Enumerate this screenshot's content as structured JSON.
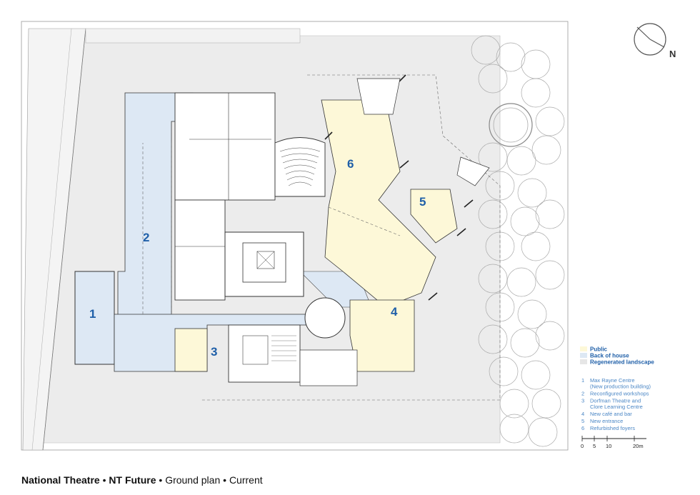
{
  "caption": {
    "part1": "National Theatre",
    "part2": "NT Future",
    "part3": "Ground plan",
    "part4": "Current",
    "sep": " • "
  },
  "north_label": "N",
  "legend": {
    "categories": [
      {
        "label": "Public",
        "color": "#fdf8d8"
      },
      {
        "label": "Back of house",
        "color": "#dde8f4"
      },
      {
        "label": "Regenerated landscape",
        "color": "#e6e6e6"
      }
    ],
    "items": [
      {
        "num": "1",
        "lines": [
          "Max Rayne Centre",
          "(New production building)"
        ]
      },
      {
        "num": "2",
        "lines": [
          "Reconfigured workshops"
        ]
      },
      {
        "num": "3",
        "lines": [
          "Dorfman Theatre and",
          "Clore Learning Centre"
        ]
      },
      {
        "num": "4",
        "lines": [
          "New café and bar"
        ]
      },
      {
        "num": "5",
        "lines": [
          "New entrance"
        ]
      },
      {
        "num": "6",
        "lines": [
          "Refurbished foyers"
        ]
      }
    ]
  },
  "scale": {
    "ticks": [
      "0",
      "5",
      "10",
      "20m"
    ]
  },
  "zones": [
    {
      "id": "1"
    },
    {
      "id": "2"
    },
    {
      "id": "3"
    },
    {
      "id": "4"
    },
    {
      "id": "5"
    },
    {
      "id": "6"
    }
  ]
}
